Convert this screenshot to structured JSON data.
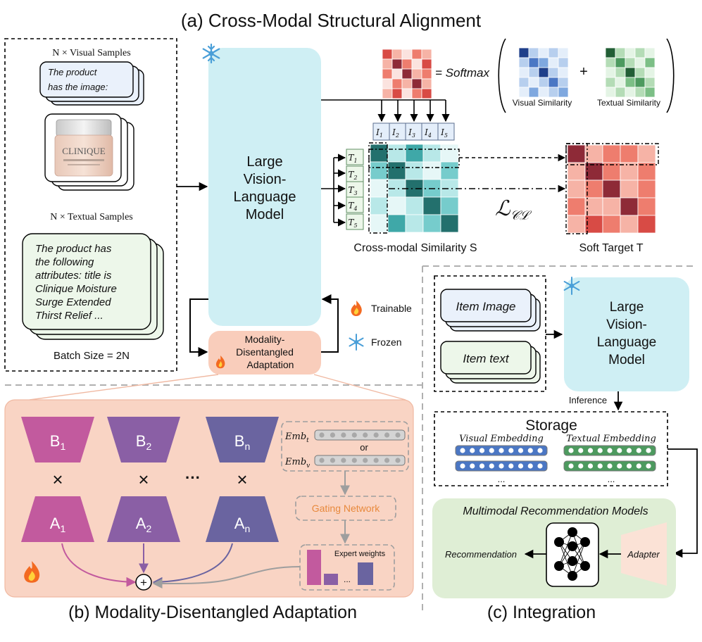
{
  "section_a": {
    "title": "(a) Cross-Modal Structural Alignment",
    "visual_samples_label": "N × Visual Samples",
    "visual_card_text_line1": "The product",
    "visual_card_text_line2": "has the image:",
    "product_jar_label": "CLINIQUE",
    "textual_samples_label": "N × Textual Samples",
    "text_card_lines": [
      "The product has",
      "the following",
      "attributes: title is",
      "Clinique Moisture",
      "Surge Extended",
      "Thirst Relief ..."
    ],
    "batch_size_label": "Batch Size = 2N",
    "lvlm_lines": [
      "Large",
      "Vision-",
      "Language",
      "Model"
    ],
    "mda_lines": [
      "Modality-",
      "Disentangled",
      "Adaptation"
    ],
    "trainable_label": "Trainable",
    "frozen_label": "Frozen",
    "softmax_label": "= Softmax",
    "plus_label": "+",
    "visual_similarity_label": "Visual Similarity",
    "textual_similarity_label": "Textual Similarity",
    "image_tokens": [
      "I",
      "I",
      "I",
      "I",
      "I"
    ],
    "image_token_subs": [
      "1",
      "2",
      "3",
      "4",
      "5"
    ],
    "text_tokens": [
      "T",
      "T",
      "T",
      "T",
      "T"
    ],
    "text_token_subs": [
      "1",
      "2",
      "3",
      "4",
      "5"
    ],
    "loss_label": "ℒ",
    "loss_sub": "𝒞ℒ",
    "cross_modal_label": "Cross-modal Similarity S",
    "soft_target_label": "Soft Target T"
  },
  "section_b": {
    "title": "(b) Modality-Disentangled Adaptation",
    "b_labels": [
      "B",
      "B",
      "B"
    ],
    "b_subs": [
      "1",
      "2",
      "n"
    ],
    "a_labels": [
      "A",
      "A",
      "A"
    ],
    "a_subs": [
      "1",
      "2",
      "n"
    ],
    "times": "×",
    "ellipsis": "···",
    "emb_t": "Emb",
    "emb_t_sub": "t",
    "emb_v": "Emb",
    "emb_v_sub": "v",
    "or_label": "or",
    "gating_network": "Gating Network",
    "expert_weights": "Expert weights",
    "bars_ellipsis": "...",
    "plus_circle": "+",
    "colors": {
      "pink": "#c25a9e",
      "purple": "#8a5fa5",
      "indigo": "#6a64a0",
      "gating": "#e8893c"
    }
  },
  "section_c": {
    "title": "(c) Integration",
    "item_image": "Item Image",
    "item_text": "Item text",
    "lvlm_lines": [
      "Large",
      "Vision-",
      "Language",
      "Model"
    ],
    "inference": "Inference",
    "storage": "Storage",
    "visual_embedding": "Visual Embedding",
    "textual_embedding": "Textual Embedding",
    "emb_ellipsis": "...",
    "mm_title": "Multimodal Recommendation Models",
    "recommendation": "Recommendation",
    "adapter": "Adapter"
  }
}
